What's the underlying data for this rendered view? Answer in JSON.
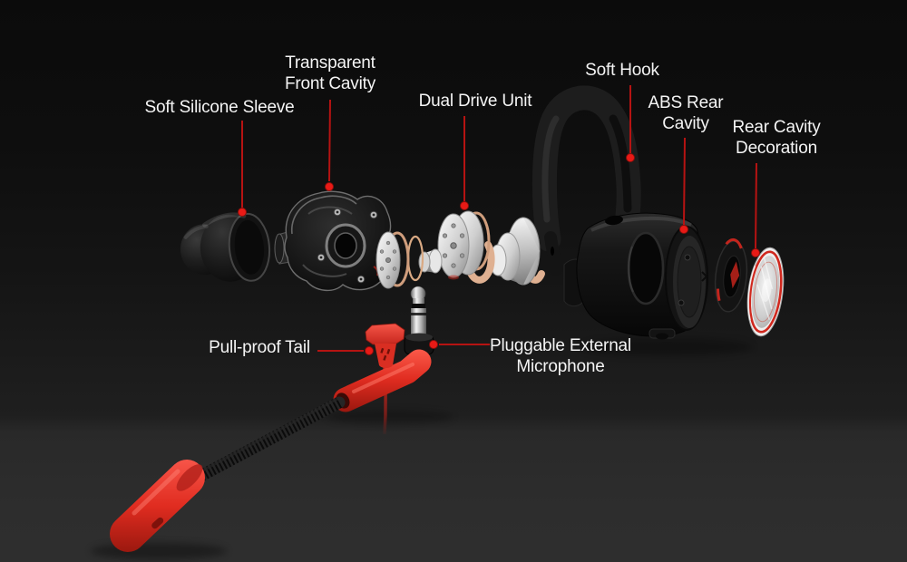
{
  "meta": {
    "description": "Exploded-view product diagram of a red-and-black gaming earphone with detachable microphone, parts labeled with red leader lines"
  },
  "colors": {
    "background_top": "#0b0b0b",
    "background_bottom": "#2e2e2e",
    "label_text": "#f4f4f4",
    "leader_line": "#b61312",
    "leader_dot": "#e81a16",
    "product_red": "#e63429",
    "copper_accent": "#d9a983",
    "chrome": "#d9d9d9"
  },
  "annotations": [
    {
      "id": "soft-silicone-sleeve",
      "text": "Soft Silicone Sleeve"
    },
    {
      "id": "transparent-front-cavity",
      "text": "Transparent\nFront Cavity"
    },
    {
      "id": "dual-drive-unit",
      "text": "Dual Drive Unit"
    },
    {
      "id": "soft-hook",
      "text": "Soft Hook"
    },
    {
      "id": "abs-rear-cavity",
      "text": "ABS Rear\nCavity"
    },
    {
      "id": "rear-cavity-decoration",
      "text": "Rear Cavity\nDecoration"
    },
    {
      "id": "pull-proof-tail",
      "text": "Pull-proof Tail"
    },
    {
      "id": "pluggable-external-microphone",
      "text": "Pluggable External\nMicrophone"
    }
  ]
}
